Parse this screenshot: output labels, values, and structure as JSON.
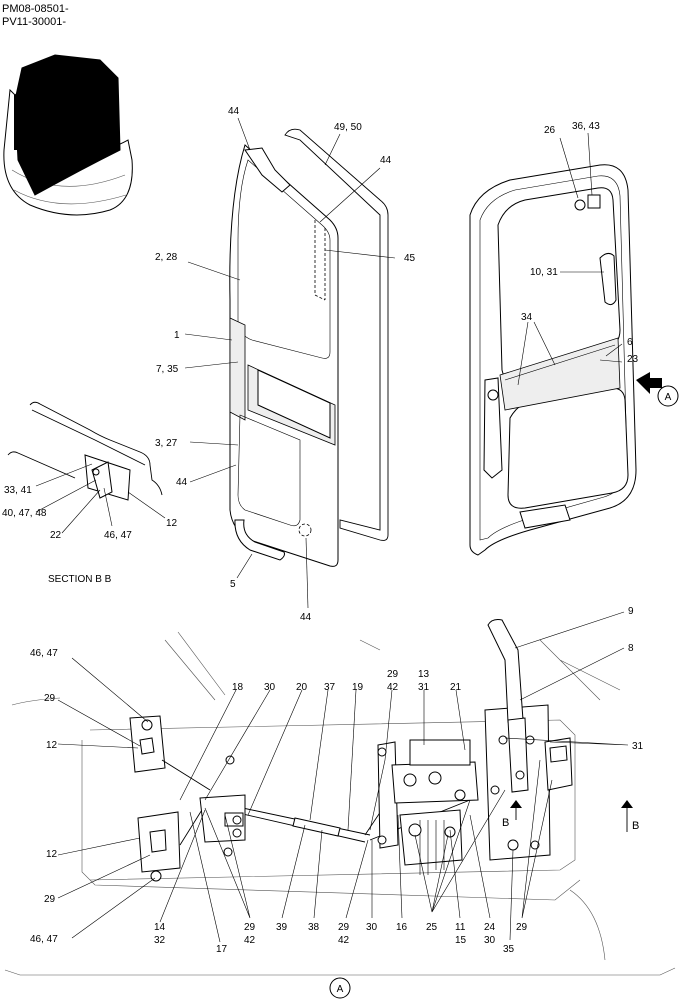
{
  "header": {
    "line1": "PM08-08501-",
    "line2": "PV11-30001-"
  },
  "section_label": "SECTION B B",
  "view_marker": "A",
  "section_marker": "B",
  "callouts": {
    "c44_top": "44",
    "c49_50": "49, 50",
    "c44_right": "44",
    "c2_28": "2, 28",
    "c45": "45",
    "c1": "1",
    "c7_35": "7, 35",
    "c3_27": "3, 27",
    "c44_left": "44",
    "c5": "5",
    "c44_bottom": "44",
    "c26": "26",
    "c36_43": "36, 43",
    "c10_31": "10, 31",
    "c34": "34",
    "c6": "6",
    "c23": "23",
    "s33_41": "33, 41",
    "s40_47_48": "40, 47, 48",
    "s22": "22",
    "s46_47": "46, 47",
    "s12": "12",
    "b9": "9",
    "b8": "8",
    "b46_47_top": "46, 47",
    "b29_top": "29",
    "b12_top": "12",
    "b18": "18",
    "b30_top": "30",
    "b20": "20",
    "b37": "37",
    "b19": "19",
    "b29_42_top_a": "29",
    "b29_42_top_b": "42",
    "b13_31_a": "13",
    "b13_31_b": "31",
    "b21": "21",
    "b31_right": "31",
    "b12_mid": "12",
    "b29_low": "29",
    "b46_47_low": "46, 47",
    "b14_32_a": "14",
    "b14_32_b": "32",
    "b17": "17",
    "b29_42_low_a": "29",
    "b29_42_low_b": "42",
    "b39": "39",
    "b38": "38",
    "b29_42_mid_a": "29",
    "b29_42_mid_b": "42",
    "b30_mid": "30",
    "b16": "16",
    "b25": "25",
    "b11_15_a": "11",
    "b11_15_b": "15",
    "b24_30_a": "24",
    "b24_30_b": "30",
    "b35": "35",
    "b29_right": "29"
  }
}
